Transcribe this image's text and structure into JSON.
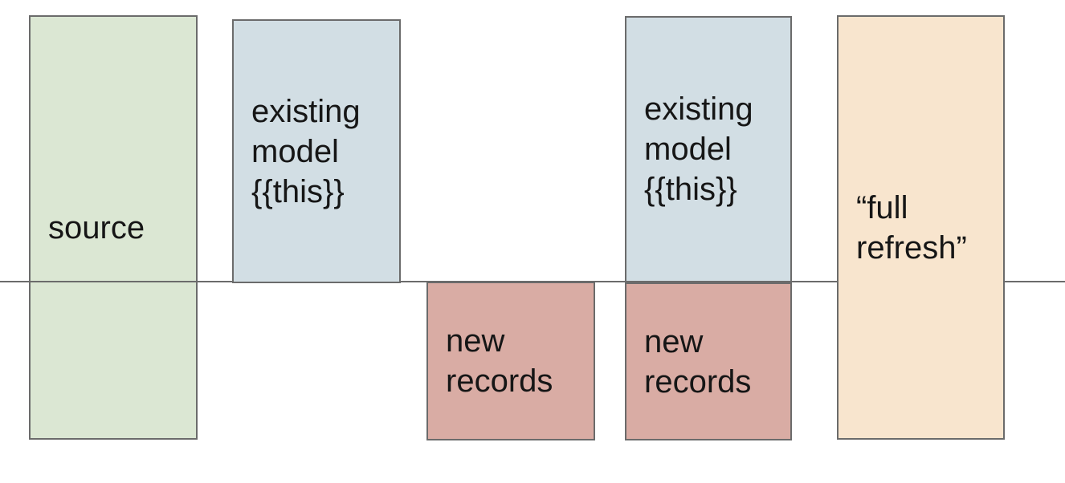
{
  "diagram": {
    "description": "incremental model diagram",
    "colors": {
      "source_fill": "#dbe7d3",
      "existing_model_fill": "#d2dee4",
      "new_records_fill": "#d9aca4",
      "full_refresh_fill": "#f8e5ce",
      "border": "#6b6b6b",
      "line": "#6b6b6b",
      "text": "#161616",
      "background": "#ffffff"
    },
    "boxes": {
      "source": {
        "label": "source",
        "fill": "#dbe7d3"
      },
      "existing_model_left": {
        "label": "existing\nmodel\n{{this}}",
        "fill": "#d2dee4"
      },
      "new_records_left": {
        "label": "new\nrecords",
        "fill": "#d9aca4"
      },
      "existing_model_right": {
        "label": "existing\nmodel\n{{this}}",
        "fill": "#d2dee4"
      },
      "new_records_right": {
        "label": "new\nrecords",
        "fill": "#d9aca4"
      },
      "full_refresh": {
        "label": "“full\nrefresh”",
        "fill": "#f8e5ce"
      }
    }
  }
}
